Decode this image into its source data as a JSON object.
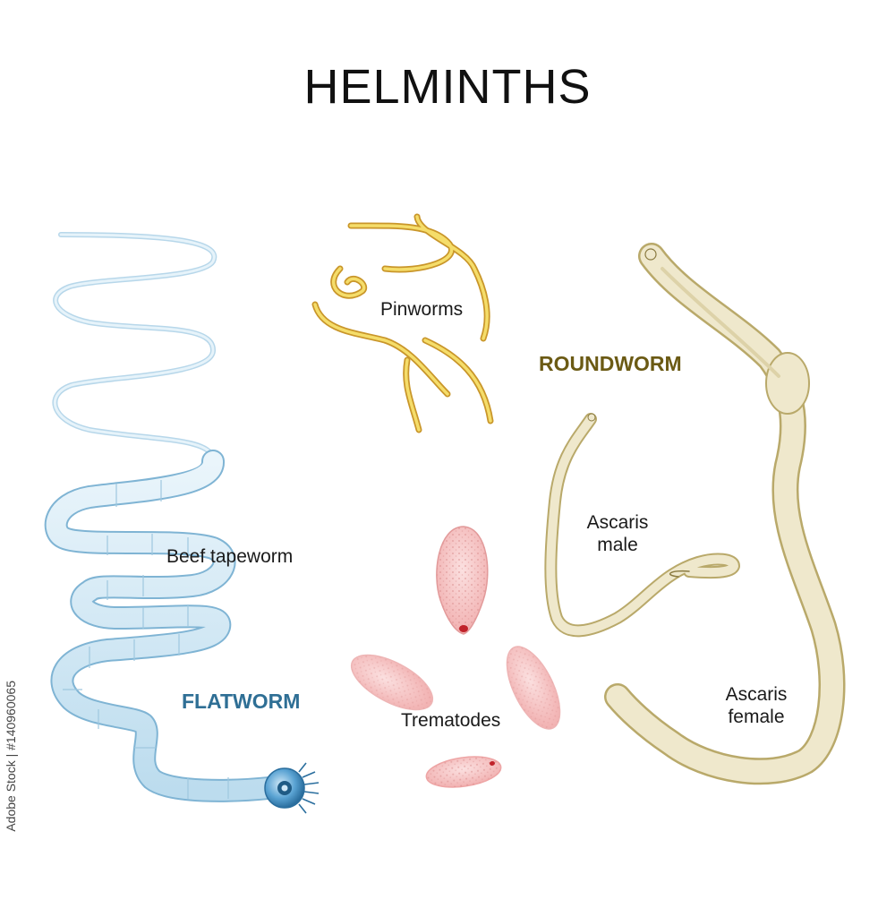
{
  "title": "HELMINTHS",
  "groups": {
    "flatworm": {
      "label": "FLATWORM",
      "color": "#2f6f95"
    },
    "roundworm": {
      "label": "ROUNDWORM",
      "color": "#6b5a14"
    }
  },
  "organisms": {
    "beef_tapeworm": {
      "label": "Beef tapeworm"
    },
    "pinworms": {
      "label": "Pinworms"
    },
    "trematodes": {
      "label": "Trematodes"
    },
    "ascaris_male": {
      "label_line1": "Ascaris",
      "label_line2": "male"
    },
    "ascaris_female": {
      "label_line1": "Ascaris",
      "label_line2": "female"
    }
  },
  "stock_id": "Adobe Stock | #140960065",
  "colors": {
    "tapeworm": "#cfe6f2",
    "tapeworm_edge": "#7fb4d4",
    "pinworm": "#e9c23a",
    "trematode": "#f4b6b6",
    "ascaris": "#ece4c4",
    "ascaris_edge": "#b9a96a"
  }
}
